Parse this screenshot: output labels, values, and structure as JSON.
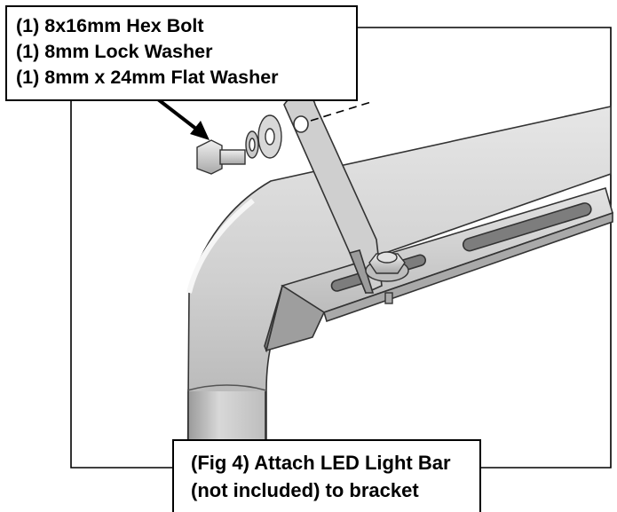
{
  "parts_callout": {
    "lines": [
      "(1) 8x16mm Hex Bolt",
      "(1) 8mm Lock Washer",
      "(1) 8mm x 24mm Flat Washer"
    ]
  },
  "caption": {
    "lines": [
      "(Fig 4) Attach LED Light Bar",
      "(not included) to bracket"
    ]
  },
  "colors": {
    "line": "#000000",
    "metal_light": "#dcdcdc",
    "metal_mid": "#bdbdbd",
    "metal_dark": "#8e8e8e"
  }
}
